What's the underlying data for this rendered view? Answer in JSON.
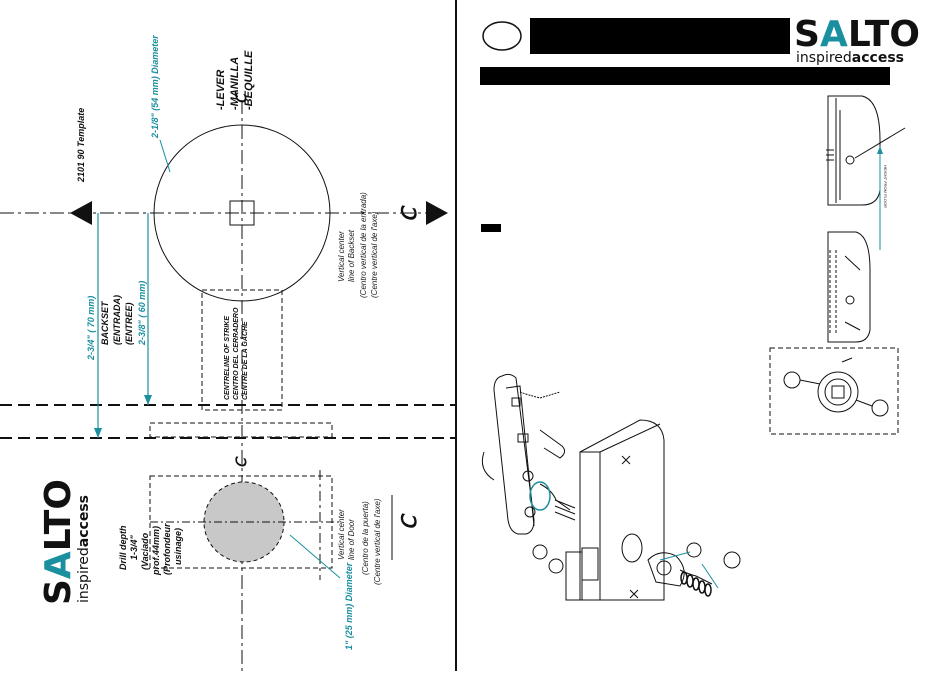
{
  "template": {
    "title": "2101 90 Template",
    "lever_labels": [
      "-LEVER",
      "-MANILLA",
      "-BEQUILLE"
    ],
    "diameter_large": "2-1/8\" (54 mm) Diameter",
    "diameter_small": "1\" (25 mm) Diameter",
    "backset_long": "2-3/4\" ( 70  mm)",
    "backset_labels": [
      "BACKSET",
      "(ENTRADA)",
      "(ENTREE)"
    ],
    "backset_short": "2-3/8\" ( 60  mm)",
    "strike_labels": [
      "CENTRELINE OF STRIKE",
      "CENTRO DEL CERRADERO",
      "CENTRE DE LA GÂCHE"
    ],
    "backset_center_labels": [
      "Vertical center",
      "line of Backset",
      "(Centro vertical de la entrada)",
      "(Centre vertical de l'axe)"
    ],
    "door_center_labels": [
      "Vertical center",
      "line of Door",
      "(Centro de la puerta)",
      "(Centre vertical de l'axe)"
    ],
    "drill_labels": [
      "Drill depth",
      "1-3/4\"",
      "(Vaciado",
      "prof.44mm)",
      "(Profondeur",
      "usinage)"
    ],
    "cl_symbol": "Ⅽ"
  },
  "brand": {
    "name_left": "S",
    "name_a": "A",
    "name_right": "LTO",
    "tag_light": "inspired",
    "tag_bold": "access"
  },
  "instructions": {
    "small_label": "HEIGHT FROM FLOOR"
  },
  "colors": {
    "cyan": "#1a8fa0",
    "line": "#111111",
    "gray_fill": "#c8c8c8"
  }
}
